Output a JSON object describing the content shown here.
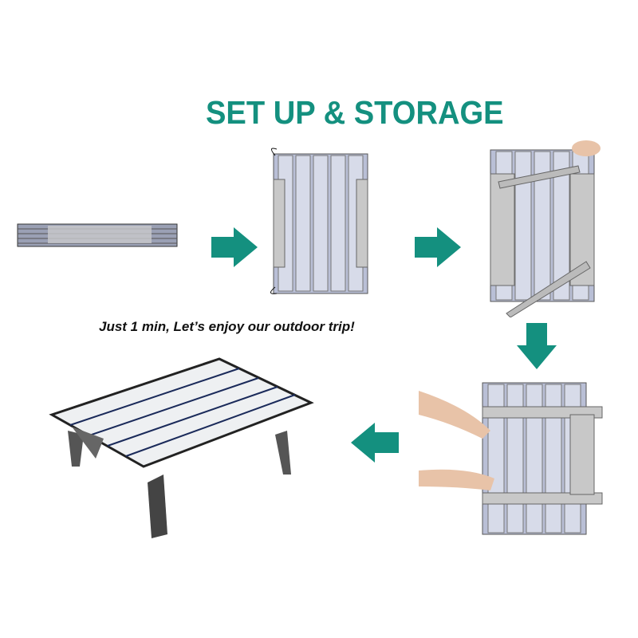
{
  "title": "SET UP & STORAGE",
  "tagline": "Just 1 min, Let’s enjoy our outdoor trip!",
  "colors": {
    "accent": "#14907f",
    "panel": "#b9bfd6",
    "frame": "#c8c8c8"
  },
  "steps": [
    "folded-table",
    "unrolled-top",
    "attach-legs",
    "fold-legs",
    "assembled-table"
  ]
}
